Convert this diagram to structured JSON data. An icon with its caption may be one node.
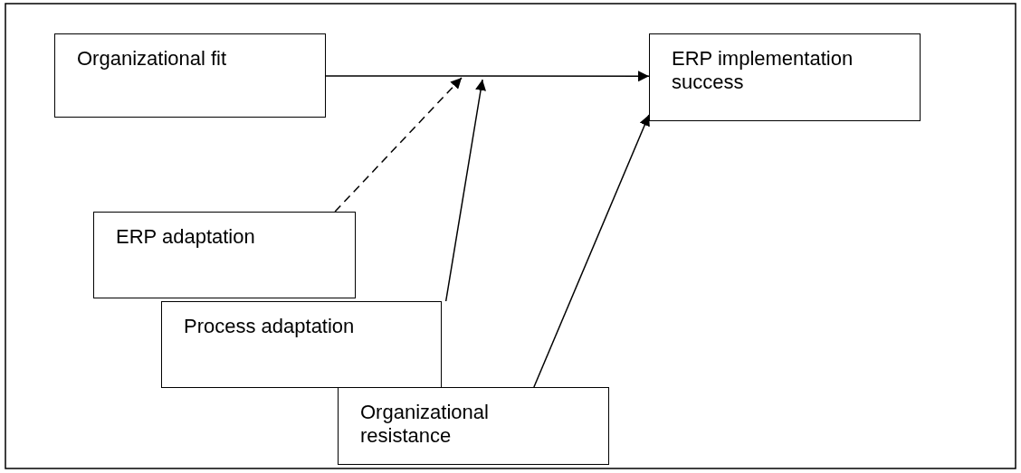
{
  "diagram": {
    "nodes": [
      {
        "text": [
          "Organizational fit"
        ]
      },
      {
        "text": [
          "ERP implementation success"
        ]
      },
      {
        "text": [
          "ERP adaptation"
        ]
      },
      {
        "text": [
          "Process adaptation"
        ]
      },
      {
        "text": [
          "Organizational resistance"
        ]
      }
    ],
    "edges": [
      {
        "from": 0,
        "to": 1,
        "arrow": "to"
      },
      {
        "from": 2,
        "to": null,
        "arrow": "to",
        "style": "dashed"
      },
      {
        "from": 3,
        "to": null,
        "arrow": "to"
      },
      {
        "from": 4,
        "to": 1,
        "arrow": "to"
      }
    ]
  }
}
